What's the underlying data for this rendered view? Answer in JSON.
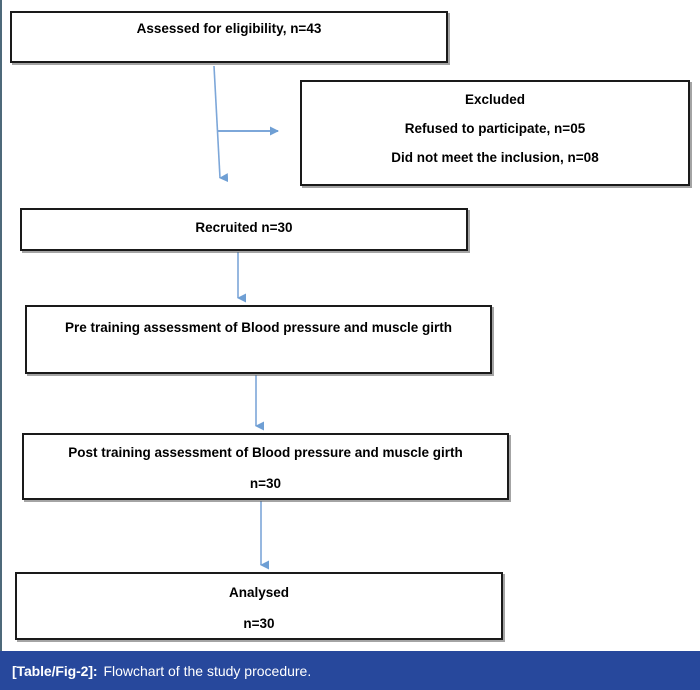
{
  "figure": {
    "caption_label": "[Table/Fig-2]:",
    "caption_text": "Flowchart of the study procedure.",
    "caption_bar_color": "#27489c",
    "box_border_color": "#1a1a1a",
    "arrow_color": "#7da7d9"
  },
  "nodes": {
    "assessed": {
      "line1": "Assessed for eligibility, n=43"
    },
    "excluded": {
      "line1": "Excluded",
      "line2": "Refused to participate, n=05",
      "line3": "Did not meet the inclusion, n=08"
    },
    "recruited": {
      "line1": "Recruited n=30"
    },
    "pre_training": {
      "line1": "Pre training assessment of Blood pressure and muscle girth"
    },
    "post_training": {
      "line1": "Post training assessment of Blood pressure and muscle girth",
      "line2": "n=30"
    },
    "analysed": {
      "line1": "Analysed",
      "line2": "n=30"
    }
  },
  "connectors": [
    {
      "name": "assessed-to-recruited",
      "from": "assessed",
      "to": "recruited"
    },
    {
      "name": "assessed-to-excluded",
      "from": "assessed",
      "to": "excluded"
    },
    {
      "name": "recruited-to-pre-training",
      "from": "recruited",
      "to": "pre_training"
    },
    {
      "name": "pre-training-to-post-training",
      "from": "pre_training",
      "to": "post_training"
    },
    {
      "name": "post-training-to-analysed",
      "from": "post_training",
      "to": "analysed"
    }
  ]
}
